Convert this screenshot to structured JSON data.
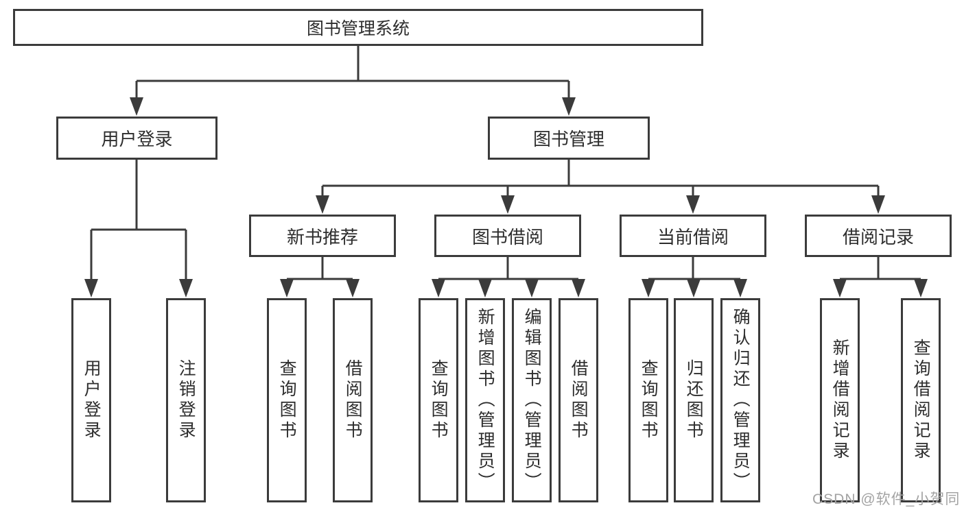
{
  "nodes": {
    "root": {
      "label": "图书管理系统"
    },
    "user_login": {
      "label": "用户登录"
    },
    "book_management": {
      "label": "图书管理"
    },
    "new_book_rec": {
      "label": "新书推荐"
    },
    "book_borrow": {
      "label": "图书借阅"
    },
    "current_borrow": {
      "label": "当前借阅"
    },
    "borrow_record": {
      "label": "借阅记录"
    },
    "leaf_user_login": {
      "label": "用户登录"
    },
    "leaf_logout": {
      "label": "注销登录"
    },
    "leaf_rec_search_book": {
      "label": "查询图书"
    },
    "leaf_rec_borrow_book": {
      "label": "借阅图书"
    },
    "leaf_bb_search_book": {
      "label": "查询图书"
    },
    "leaf_bb_add_book": {
      "label": "新增图书（管理员）"
    },
    "leaf_bb_edit_book": {
      "label": "编辑图书（管理员）"
    },
    "leaf_bb_borrow_book": {
      "label": "借阅图书"
    },
    "leaf_cb_search_book": {
      "label": "查询图书"
    },
    "leaf_cb_return_book": {
      "label": "归还图书"
    },
    "leaf_cb_confirm_return": {
      "label": "确认归还（管理员）"
    },
    "leaf_br_add_record": {
      "label": "新增借阅记录"
    },
    "leaf_br_search_record": {
      "label": "查询借阅记录"
    }
  },
  "edges": [
    [
      "root",
      "user_login"
    ],
    [
      "root",
      "book_management"
    ],
    [
      "user_login",
      "leaf_user_login"
    ],
    [
      "user_login",
      "leaf_logout"
    ],
    [
      "book_management",
      "new_book_rec"
    ],
    [
      "book_management",
      "book_borrow"
    ],
    [
      "book_management",
      "current_borrow"
    ],
    [
      "book_management",
      "borrow_record"
    ],
    [
      "new_book_rec",
      "leaf_rec_search_book"
    ],
    [
      "new_book_rec",
      "leaf_rec_borrow_book"
    ],
    [
      "book_borrow",
      "leaf_bb_search_book"
    ],
    [
      "book_borrow",
      "leaf_bb_add_book"
    ],
    [
      "book_borrow",
      "leaf_bb_edit_book"
    ],
    [
      "book_borrow",
      "leaf_bb_borrow_book"
    ],
    [
      "current_borrow",
      "leaf_cb_search_book"
    ],
    [
      "current_borrow",
      "leaf_cb_return_book"
    ],
    [
      "current_borrow",
      "leaf_cb_confirm_return"
    ],
    [
      "borrow_record",
      "leaf_br_add_record"
    ],
    [
      "borrow_record",
      "leaf_br_search_record"
    ]
  ],
  "watermark": {
    "text": "CSDN @软件_小贺同学"
  },
  "colors": {
    "line": "#3b3b3b",
    "text": "#2d2d2d",
    "background": "#ffffff",
    "watermark": "#a3a3a3"
  }
}
